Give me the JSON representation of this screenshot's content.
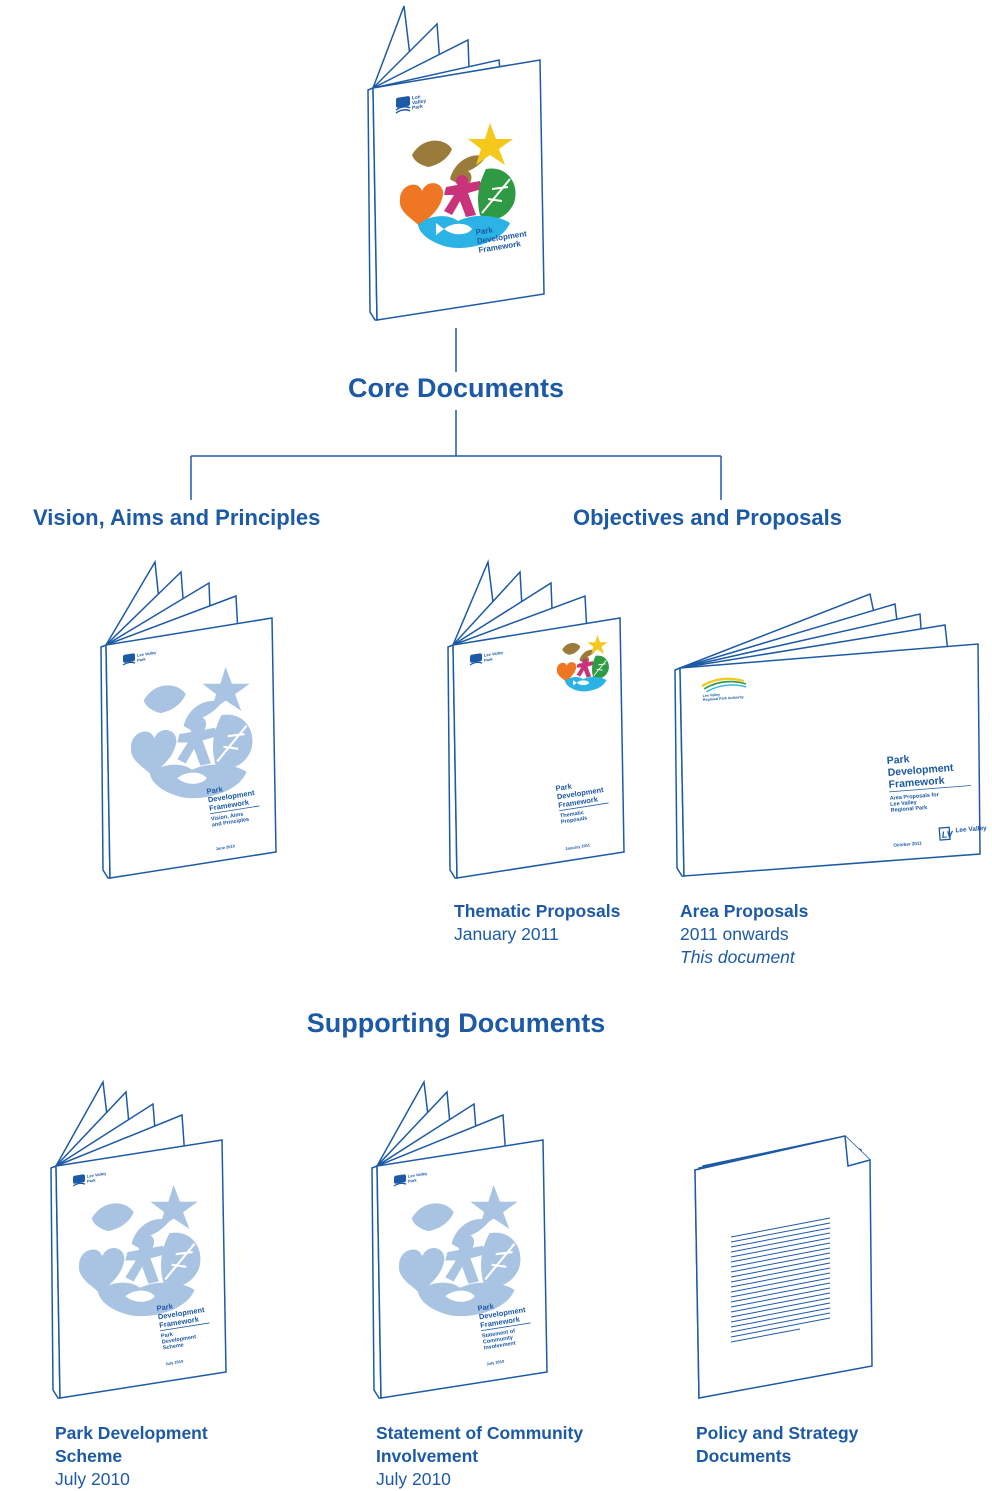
{
  "colors": {
    "line": "#1d5aa6",
    "text": "#1d5aa6",
    "logo_pale": "#a9c3e2",
    "logo_brown": "#9b7b3a",
    "logo_yellow": "#f5c81c",
    "logo_orange": "#ef7622",
    "logo_magenta": "#c8337a",
    "logo_green": "#2f9a44",
    "logo_cyan": "#2ab3e4"
  },
  "headings": {
    "core": "Core Documents",
    "vision": "Vision, Aims and Principles",
    "objectives": "Objectives and Proposals",
    "supporting": "Supporting Documents"
  },
  "main_booklet": {
    "logo": "Lee Valley Park",
    "title_lines": [
      "Park",
      "Development",
      "Framework"
    ]
  },
  "documents": {
    "vision": {
      "logo": "Lee Valley Park",
      "title_lines": [
        "Park",
        "Development",
        "Framework"
      ],
      "subtitle_lines": [
        "Vision, Aims",
        "and Principles"
      ],
      "date": "June 2010"
    },
    "thematic": {
      "logo": "Lee Valley Park",
      "title_lines": [
        "Park",
        "Development",
        "Framework"
      ],
      "subtitle_lines": [
        "Thematic",
        "Proposals"
      ],
      "date": "January 2011",
      "caption_title": "Thematic Proposals",
      "caption_date": "January 2011"
    },
    "area": {
      "logo": "Lee Valley Regional Park Authority",
      "title_lines": [
        "Park",
        "Development",
        "Framework"
      ],
      "subtitle_lines": [
        "Area Proposals for",
        "Lee Valley",
        "Regional Park"
      ],
      "date": "October 2011",
      "brand": "Lee Valley",
      "caption_title": "Area Proposals",
      "caption_date": "2011 onwards",
      "caption_note": "This document"
    },
    "pds": {
      "logo": "Lee Valley Park",
      "title_lines": [
        "Park",
        "Development",
        "Framework"
      ],
      "subtitle_lines": [
        "Park",
        "Development",
        "Scheme"
      ],
      "date": "July 2010",
      "caption_title_lines": [
        "Park Development",
        "Scheme"
      ],
      "caption_date": "July 2010"
    },
    "sci": {
      "logo": "Lee Valley Park",
      "title_lines": [
        "Park",
        "Development",
        "Framework"
      ],
      "subtitle_lines": [
        "Statement of",
        "Community",
        "Involvement"
      ],
      "date": "July 2010",
      "caption_title_lines": [
        "Statement of Community",
        "Involvement"
      ],
      "caption_date": "July 2010"
    },
    "policy": {
      "caption_title_lines": [
        "Policy and Strategy",
        "Documents"
      ]
    }
  }
}
